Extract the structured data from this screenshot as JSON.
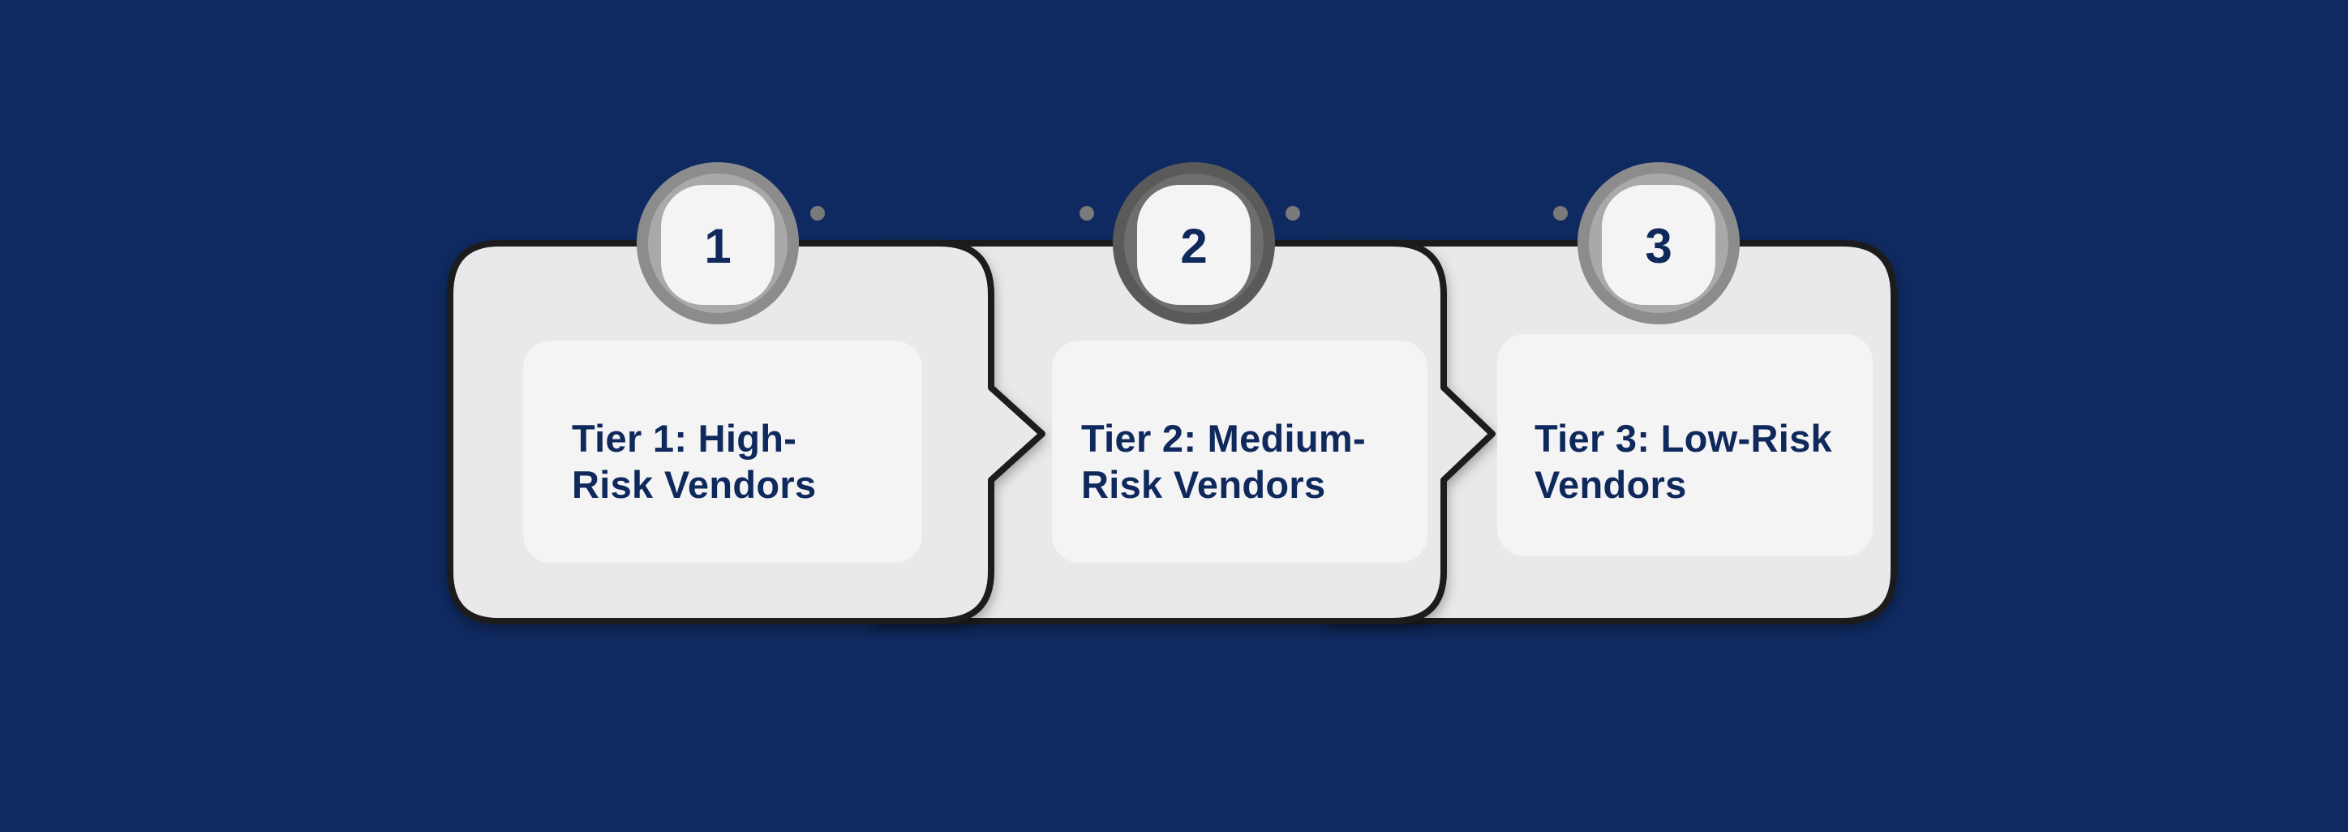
{
  "colors": {
    "background": "#0f2a61",
    "card_fill": "#e9e9eb",
    "card_stroke": "#1c1c1e",
    "inner_fill": "#f4f4f5",
    "text": "#10295c",
    "ring_light": "#8c8c8c",
    "ring_dark": "#5a5a5a"
  },
  "steps": [
    {
      "number": "1",
      "title": "Tier 1: High-Risk Vendors",
      "line1": "Tier 1: High-",
      "line2": "Risk Vendors"
    },
    {
      "number": "2",
      "title": "Tier 2: Medium-Risk Vendors",
      "line1": "Tier 2: Medium-",
      "line2": "Risk Vendors"
    },
    {
      "number": "3",
      "title": "Tier 3: Low-Risk Vendors",
      "line1": "Tier 3: Low-Risk",
      "line2": "Vendors"
    }
  ]
}
